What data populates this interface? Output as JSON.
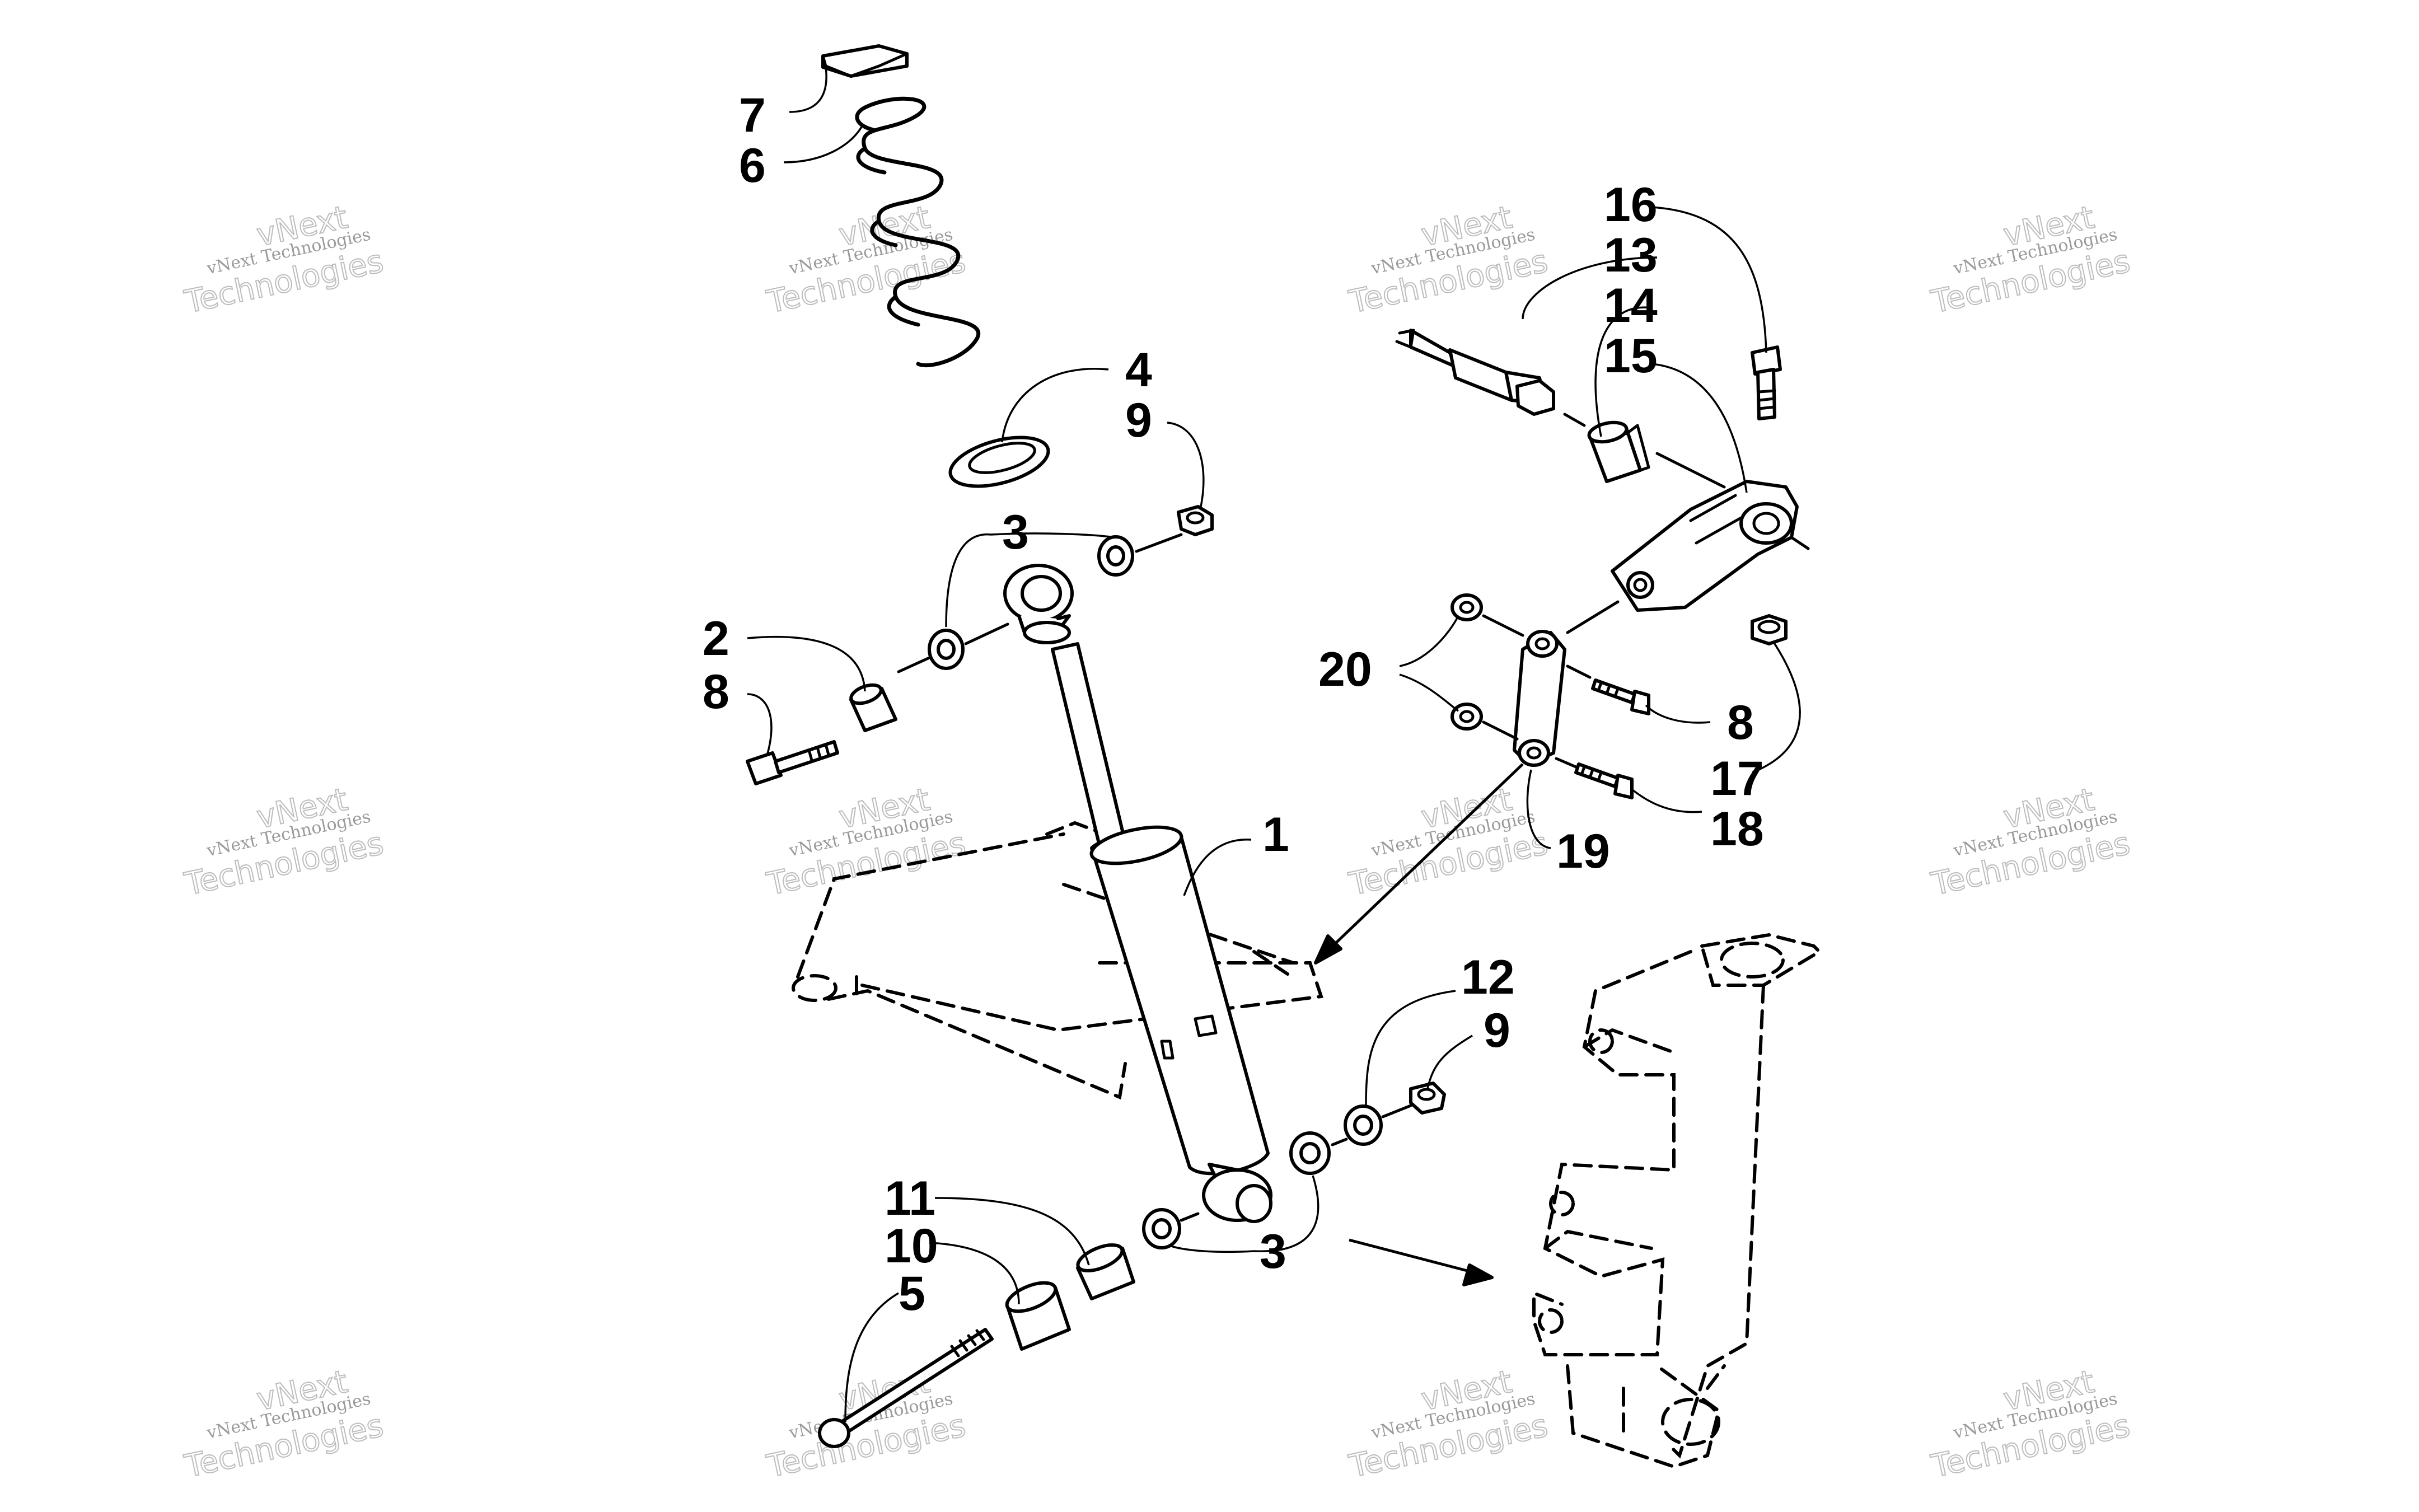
{
  "diagram": {
    "callouts": [
      "1",
      "2",
      "3",
      "4",
      "5",
      "6",
      "7",
      "8",
      "9",
      "10",
      "11",
      "12",
      "13",
      "14",
      "15",
      "16",
      "17",
      "18",
      "19",
      "20"
    ],
    "duplicate_callouts": {
      "label_3": "3",
      "label_8": "8",
      "label_9": "9"
    }
  },
  "watermark": {
    "brand": "vNext",
    "caption": "vNext Technologies",
    "word": "Technologies"
  },
  "colors": {
    "ink": "#000000",
    "paper": "#ffffff",
    "watermark": "#9a9a9a"
  }
}
